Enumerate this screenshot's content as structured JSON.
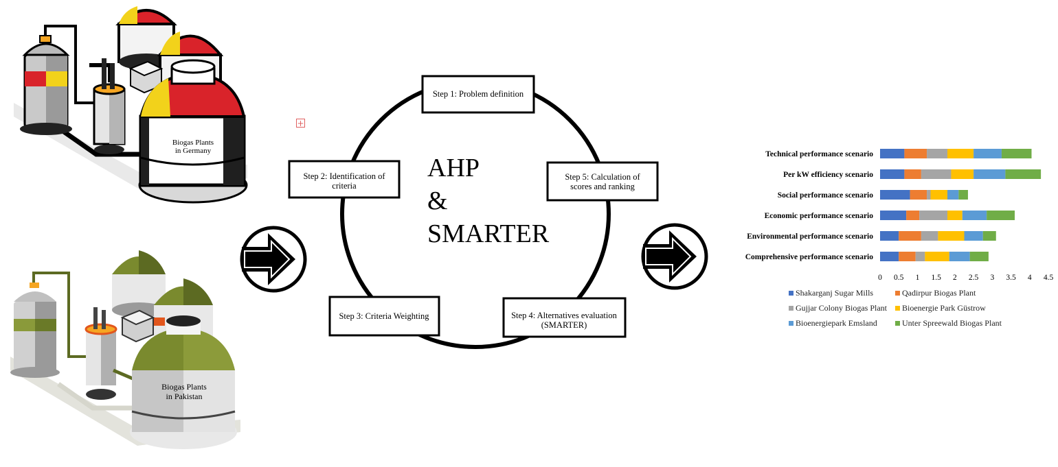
{
  "plants": {
    "germany_label_line1": "Biogas Plants",
    "germany_label_line2": "in Germany",
    "pakistan_label_line1": "Biogas Plants",
    "pakistan_label_line2": "in Pakistan",
    "germany_colors": {
      "accent": "#d9232a",
      "secondary": "#f2d21b"
    },
    "pakistan_colors": {
      "accent": "#7a8a2e",
      "secondary": "#5c6a22"
    }
  },
  "cycle": {
    "center_line1": "AHP",
    "center_line2": "&",
    "center_line3": "SMARTER",
    "steps": [
      {
        "line1": "Step 1: Problem definition",
        "line2": ""
      },
      {
        "line1": "Step 2: Identification of",
        "line2": "criteria"
      },
      {
        "line1": "Step 3: Criteria Weighting",
        "line2": ""
      },
      {
        "line1": "Step 4: Alternatives evaluation",
        "line2": "(SMARTER)"
      },
      {
        "line1": "Step 5: Calculation of",
        "line2": "scores and ranking"
      }
    ]
  },
  "arrows": {
    "icon": "right-arrow-circle-icon"
  },
  "chart_data": {
    "type": "bar",
    "orientation": "horizontal",
    "stacked": true,
    "categories": [
      "Technical performance scenario",
      "Per kW efficiency scenario",
      "Social performance scenario",
      "Economic performance scenario",
      "Environmental performance scenario",
      "Comprehensive performance scenario"
    ],
    "series": [
      {
        "name": "Shakarganj Sugar Mills",
        "color": "#4472c4",
        "values": [
          0.65,
          0.65,
          0.8,
          0.7,
          0.5,
          0.5
        ]
      },
      {
        "name": "Qadirpur Biogas Plant",
        "color": "#ed7d31",
        "values": [
          0.6,
          0.45,
          0.45,
          0.35,
          0.6,
          0.45
        ]
      },
      {
        "name": "Gujjar Colony Biogas Plant",
        "color": "#a5a5a5",
        "values": [
          0.55,
          0.8,
          0.1,
          0.75,
          0.45,
          0.25
        ]
      },
      {
        "name": "Bioenergie Park Güstrow",
        "color": "#ffc000",
        "values": [
          0.7,
          0.6,
          0.45,
          0.4,
          0.7,
          0.65
        ]
      },
      {
        "name": "Bioenergiepark Emsland",
        "color": "#5b9bd5",
        "values": [
          0.75,
          0.85,
          0.3,
          0.65,
          0.5,
          0.55
        ]
      },
      {
        "name": "Unter Spreewald Biogas Plant",
        "color": "#70ad47",
        "values": [
          0.8,
          0.95,
          0.25,
          0.75,
          0.35,
          0.5
        ]
      }
    ],
    "xticks": [
      "0",
      "0.5",
      "1",
      "1.5",
      "2",
      "2.5",
      "3",
      "3.5",
      "4",
      "4.5"
    ],
    "xlim": [
      0,
      4.5
    ],
    "grid": false,
    "legend": "bottom"
  }
}
